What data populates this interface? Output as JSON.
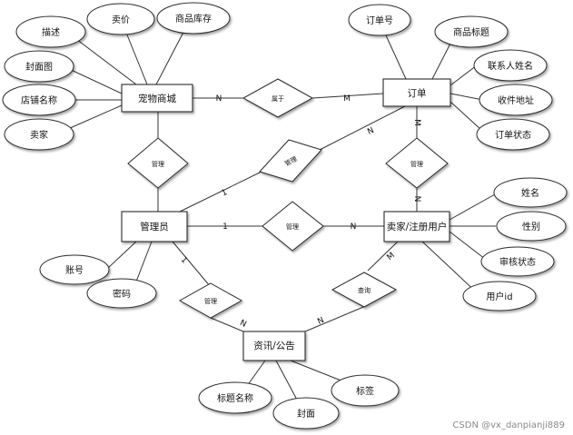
{
  "entities": {
    "pet_mall": "宠物商城",
    "order": "订单",
    "admin": "管理员",
    "seller_user": "卖家/注册用户",
    "news": "资讯/公告"
  },
  "attributes": {
    "pet_mall": [
      "描述",
      "卖价",
      "商品库存",
      "封面图",
      "店铺名称",
      "卖家"
    ],
    "order": [
      "订单号",
      "商品标题",
      "联系人姓名",
      "收件地址",
      "订单状态"
    ],
    "admin": [
      "账号",
      "密码"
    ],
    "seller_user": [
      "姓名",
      "性别",
      "审核状态",
      "用户id"
    ],
    "news": [
      "标题名称",
      "封面",
      "标签"
    ]
  },
  "relationships": {
    "belongs": "属于",
    "manage_mall": "管理",
    "manage_order": "管理",
    "manage_order_admin": "管理",
    "manage_user": "管理",
    "manage_news": "管理",
    "query": "查询"
  },
  "cardinalities": {
    "mall_belongs": "N",
    "belongs_order": "M",
    "order_admin_n": "N",
    "admin_order_1": "1",
    "order_user_m": "M",
    "order_user_n": "N",
    "admin_user_1": "1",
    "admin_user_n": "N",
    "admin_news_1": "1",
    "admin_news_n": "N",
    "user_news_m": "M",
    "user_news_n": "N"
  },
  "watermark": "CSDN @vx_danpianji889"
}
